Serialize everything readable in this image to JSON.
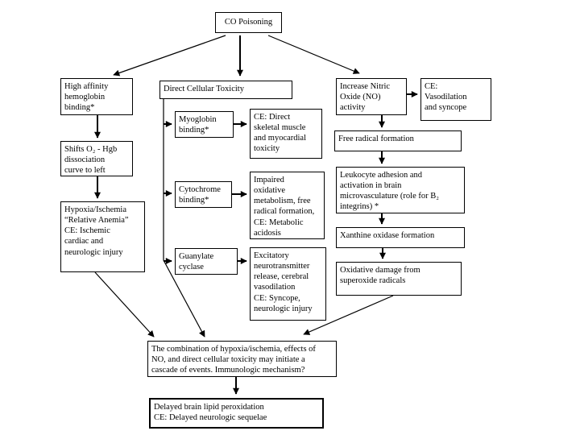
{
  "colors": {
    "background": "#ffffff",
    "box_border": "#000000",
    "text": "#000000"
  },
  "nodes": {
    "co_poisoning": "CO Poisoning",
    "high_affinity": "High affinity\nhemoglobin\nbinding*",
    "shifts_o2": "Shifts O₂ - Hgb\ndissociation\ncurve to left",
    "hypoxia": "Hypoxia/Ischemia\n“Relative Anemia”\nCE: Ischemic\ncardiac and\nneurologic injury",
    "direct_cellular_toxicity": "Direct Cellular Toxicity",
    "myoglobin": "Myoglobin\nbinding*",
    "ce_skeletal": "CE: Direct\nskeletal muscle\nand myocardial\ntoxicity",
    "cytochrome": "Cytochrome\nbinding*",
    "impaired": "Impaired\noxidative\nmetabolism, free\nradical formation,\nCE: Metabolic\nacidosis",
    "guanylate": "Guanylate\ncyclase",
    "excitatory": "Excitatory\nneurotransmitter\nrelease, cerebral\nvasodilation\nCE:  Syncope,\nneurologic injury",
    "increase_no": "Increase Nitric\nOxide (NO)\nactivity",
    "ce_vasodilation": "CE:\nVasodilation\nand syncope",
    "free_radical": "Free radical formation",
    "leukocyte": "Leukocyte adhesion and\nactivation in brain\nmicrovasculature (role for B₂\nintegrins) *",
    "xanthine": "Xanthine oxidase formation",
    "oxidative": "Oxidative damage from\nsuperoxide radicals",
    "combination": "The combination of hypoxia/ischemia, effects of\nNO, and direct cellular toxicity may initiate a\ncascade of events.  Immunologic mechanism?",
    "delayed": "Delayed brain lipid peroxidation\nCE: Delayed neurologic sequelae"
  },
  "edges": [
    {
      "from": "co_poisoning",
      "to": "high_affinity"
    },
    {
      "from": "co_poisoning",
      "to": "direct_cellular_toxicity"
    },
    {
      "from": "co_poisoning",
      "to": "increase_no"
    },
    {
      "from": "high_affinity",
      "to": "shifts_o2"
    },
    {
      "from": "shifts_o2",
      "to": "hypoxia"
    },
    {
      "from": "hypoxia",
      "to": "combination"
    },
    {
      "from": "direct_cellular_toxicity",
      "to": "myoglobin"
    },
    {
      "from": "direct_cellular_toxicity",
      "to": "cytochrome"
    },
    {
      "from": "direct_cellular_toxicity",
      "to": "guanylate"
    },
    {
      "from": "direct_cellular_toxicity",
      "to": "combination"
    },
    {
      "from": "myoglobin",
      "to": "ce_skeletal"
    },
    {
      "from": "cytochrome",
      "to": "impaired"
    },
    {
      "from": "guanylate",
      "to": "excitatory"
    },
    {
      "from": "increase_no",
      "to": "ce_vasodilation"
    },
    {
      "from": "increase_no",
      "to": "free_radical"
    },
    {
      "from": "free_radical",
      "to": "leukocyte"
    },
    {
      "from": "leukocyte",
      "to": "xanthine"
    },
    {
      "from": "xanthine",
      "to": "oxidative"
    },
    {
      "from": "oxidative",
      "to": "combination"
    },
    {
      "from": "combination",
      "to": "delayed"
    }
  ]
}
